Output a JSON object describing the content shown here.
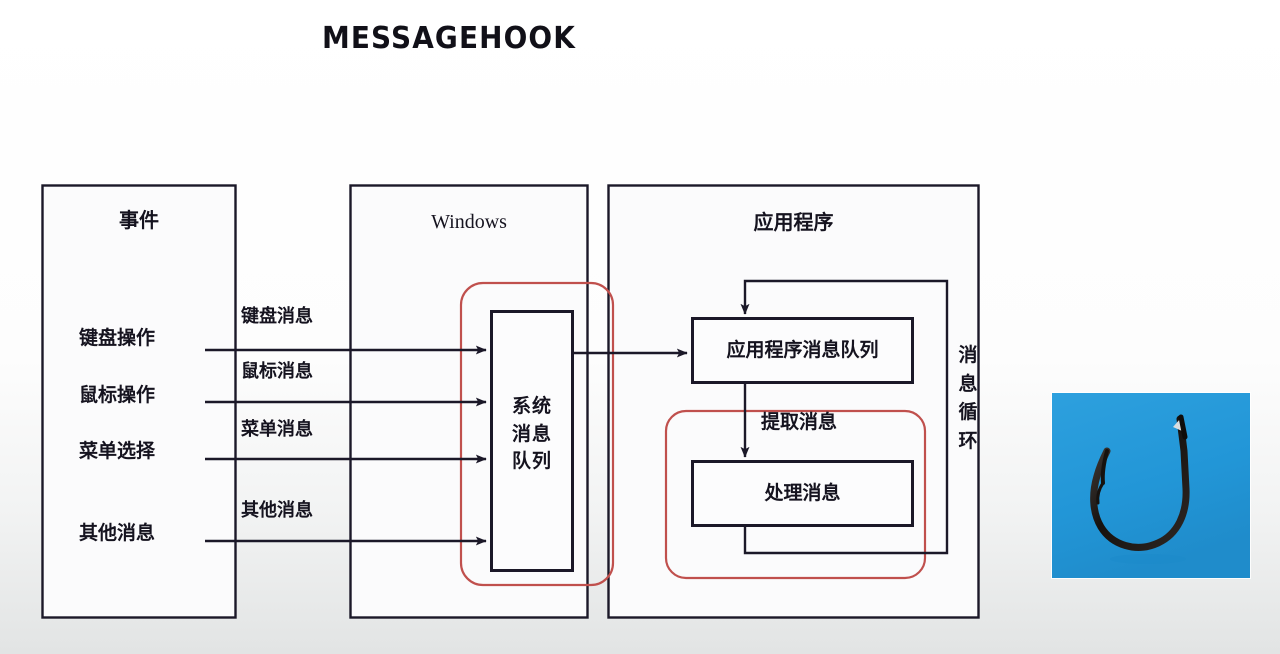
{
  "title": "MESSAGEHOOK",
  "columns": {
    "events": {
      "header": "事件",
      "items": [
        "键盘操作",
        "鼠标操作",
        "菜单选择",
        "其他消息"
      ]
    },
    "windows": {
      "header": "Windows",
      "system_queue_label": "系统消息队列",
      "system_queue_lines": [
        "系统",
        "消息",
        "队列"
      ]
    },
    "application": {
      "header": "应用程序",
      "app_queue_label": "应用程序消息队列",
      "extract_label": "提取消息",
      "process_label": "处理消息",
      "loop_label": "消息循环",
      "loop_lines": [
        "消",
        "息",
        "循",
        "环"
      ]
    }
  },
  "arrow_labels": [
    "键盘消息",
    "鼠标消息",
    "菜单消息",
    "其他消息"
  ],
  "photo": {
    "alt": "fishing-hook-photo",
    "background_color": "#2296d7",
    "hook_color": "#15120f"
  },
  "colors": {
    "line": "#1b1828",
    "highlight": "#c0504d",
    "text": "#15131f",
    "background": "#fdfdfd"
  }
}
